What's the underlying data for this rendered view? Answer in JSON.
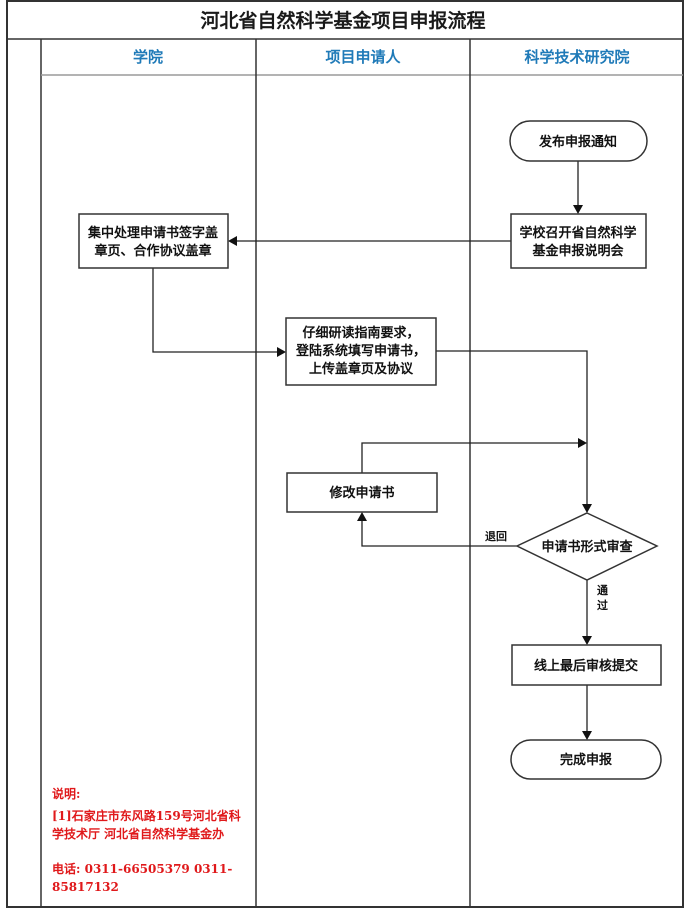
{
  "title": "河北省自然科学基金项目申报流程",
  "lanes": [
    {
      "id": "college",
      "label": "学院"
    },
    {
      "id": "applicant",
      "label": "项目申请人"
    },
    {
      "id": "research_office",
      "label": "科学技术研究院"
    }
  ],
  "nodes": {
    "publish_notice": {
      "type": "terminator",
      "lane": "research_office",
      "lines": [
        "发布申报通知"
      ]
    },
    "briefing": {
      "type": "process",
      "lane": "research_office",
      "lines": [
        "学校召开省自然科学",
        "基金申报说明会"
      ]
    },
    "stamp": {
      "type": "process",
      "lane": "college",
      "lines": [
        "集中处理申请书签字盖",
        "章页、合作协议盖章"
      ]
    },
    "fill_application": {
      "type": "process",
      "lane": "applicant",
      "lines": [
        "仔细研读指南要求，",
        "登陆系统填写申请书，",
        "上传盖章页及协议"
      ]
    },
    "revise": {
      "type": "process",
      "lane": "applicant",
      "lines": [
        "修改申请书"
      ]
    },
    "format_review": {
      "type": "decision",
      "lane": "research_office",
      "lines": [
        "申请书形式审查"
      ]
    },
    "final_submit": {
      "type": "process",
      "lane": "research_office",
      "lines": [
        "线上最后审核提交"
      ]
    },
    "complete": {
      "type": "terminator",
      "lane": "research_office",
      "lines": [
        "完成申报"
      ]
    }
  },
  "edges": [
    {
      "from": "publish_notice",
      "to": "briefing",
      "label": ""
    },
    {
      "from": "briefing",
      "to": "stamp",
      "label": ""
    },
    {
      "from": "stamp",
      "to": "fill_application",
      "label": ""
    },
    {
      "from": "fill_application",
      "to": "format_review",
      "label": ""
    },
    {
      "from": "format_review",
      "to": "revise",
      "label": "退回"
    },
    {
      "from": "revise",
      "to": "format_review",
      "label": ""
    },
    {
      "from": "format_review",
      "to": "final_submit",
      "label": "通过"
    },
    {
      "from": "final_submit",
      "to": "complete",
      "label": ""
    }
  ],
  "edge_labels": {
    "reject": "退回",
    "pass_lines": [
      "通",
      "过"
    ]
  },
  "note": {
    "heading": "说明:",
    "lines": [
      "[1]石家庄市东风路159号河北省科",
      "学技术厅 河北省自然科学基金办",
      "",
      "电话: 0311-66505379 0311-",
      "85817132"
    ],
    "color": "#e0191b"
  },
  "colors": {
    "lane_header": "#1f7ab8",
    "line": "#333333",
    "note": "#e0191b"
  }
}
